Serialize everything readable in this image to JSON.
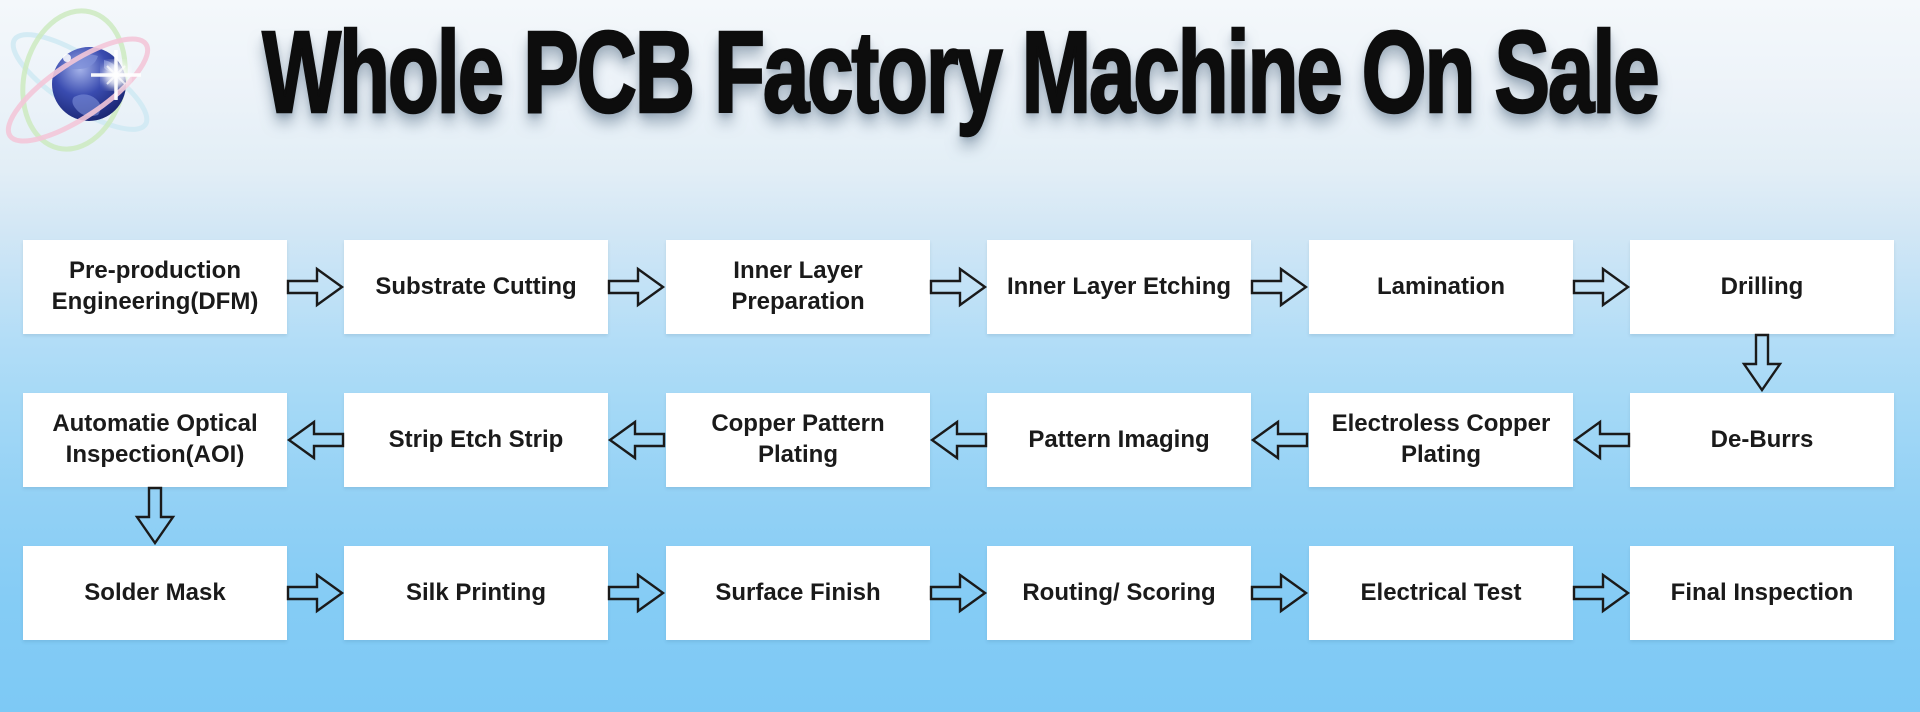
{
  "header": {
    "title": "Whole PCB Factory Machine On Sale",
    "logo_icon": "globe-orbit-icon"
  },
  "flow": {
    "type": "snake-flowchart",
    "steps": [
      {
        "label": "Pre-production Engineering(DFM)"
      },
      {
        "label": "Substrate Cutting"
      },
      {
        "label": "Inner Layer Preparation"
      },
      {
        "label": "Inner Layer Etching"
      },
      {
        "label": "Lamination"
      },
      {
        "label": "Drilling"
      },
      {
        "label": "De-Burrs"
      },
      {
        "label": "Electroless Copper Plating"
      },
      {
        "label": "Pattern Imaging"
      },
      {
        "label": "Copper Pattern Plating"
      },
      {
        "label": "Strip Etch Strip"
      },
      {
        "label": "Automatie Optical Inspection(AOI)"
      },
      {
        "label": "Solder Mask"
      },
      {
        "label": "Silk Printing"
      },
      {
        "label": "Surface Finish"
      },
      {
        "label": "Routing/ Scoring"
      },
      {
        "label": "Electrical Test"
      },
      {
        "label": "Final Inspection"
      }
    ],
    "rows": [
      {
        "order": "left-to-right",
        "step_indexes": [
          0,
          1,
          2,
          3,
          4,
          5
        ]
      },
      {
        "order": "right-to-left",
        "step_indexes": [
          6,
          7,
          8,
          9,
          10,
          11
        ]
      },
      {
        "order": "left-to-right",
        "step_indexes": [
          12,
          13,
          14,
          15,
          16,
          17
        ]
      }
    ],
    "connector_icons": {
      "horizontal_forward": "arrow-right-icon",
      "horizontal_backward": "arrow-left-icon",
      "vertical": "arrow-down-icon"
    }
  },
  "colors": {
    "background_top": "#f4f8fb",
    "background_bottom": "#7dc9f5",
    "box_background": "#ffffff",
    "text": "#1a1a1a",
    "arrow_outline": "#1a1a1a",
    "logo_globe": "#2a3a9e",
    "logo_ring_pink": "#f3c7d8",
    "logo_ring_green": "#cdeabf",
    "logo_ring_blue": "#cde9f2"
  }
}
